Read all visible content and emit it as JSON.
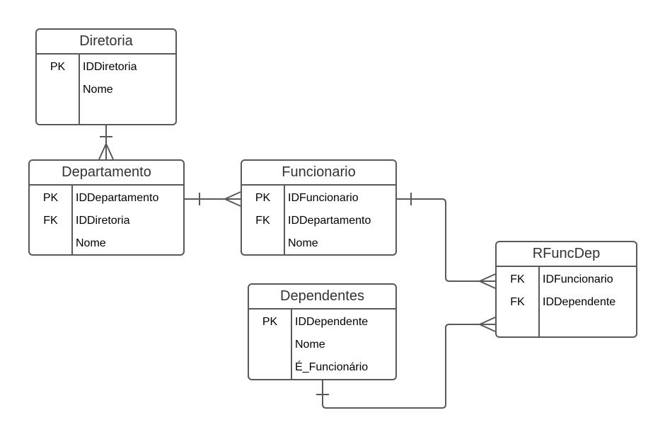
{
  "diagram": {
    "entities": [
      {
        "id": "diretoria",
        "name": "Diretoria",
        "fields": [
          {
            "key": "PK",
            "name": "IDDiretoria"
          },
          {
            "key": "",
            "name": "Nome"
          }
        ]
      },
      {
        "id": "departamento",
        "name": "Departamento",
        "fields": [
          {
            "key": "PK",
            "name": "IDDepartamento"
          },
          {
            "key": "FK",
            "name": "IDDiretoria"
          },
          {
            "key": "",
            "name": "Nome"
          }
        ]
      },
      {
        "id": "funcionario",
        "name": "Funcionario",
        "fields": [
          {
            "key": "PK",
            "name": "IDFuncionario"
          },
          {
            "key": "FK",
            "name": "IDDepartamento"
          },
          {
            "key": "",
            "name": "Nome"
          }
        ]
      },
      {
        "id": "rfuncdep",
        "name": "RFuncDep",
        "fields": [
          {
            "key": "FK",
            "name": "IDFuncionario"
          },
          {
            "key": "FK",
            "name": "IDDependente"
          }
        ]
      },
      {
        "id": "dependentes",
        "name": "Dependentes",
        "fields": [
          {
            "key": "PK",
            "name": "IDDependente"
          },
          {
            "key": "",
            "name": "Nome"
          },
          {
            "key": "",
            "name": "É_Funcionário"
          }
        ]
      }
    ],
    "relationships": [
      {
        "from": "diretoria",
        "to": "departamento",
        "from_cardinality": "one",
        "to_cardinality": "many"
      },
      {
        "from": "departamento",
        "to": "funcionario",
        "from_cardinality": "one",
        "to_cardinality": "many"
      },
      {
        "from": "funcionario",
        "to": "rfuncdep",
        "from_cardinality": "one",
        "to_cardinality": "many"
      },
      {
        "from": "dependentes",
        "to": "rfuncdep",
        "from_cardinality": "one",
        "to_cardinality": "many"
      }
    ]
  }
}
